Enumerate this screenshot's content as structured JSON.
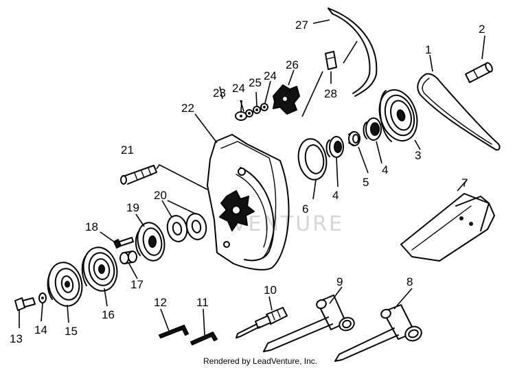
{
  "watermark": "VENTURE",
  "footer": "Rendered by LeadVenture, Inc.",
  "callouts": [
    "27",
    "2",
    "1",
    "26",
    "24",
    "25",
    "24",
    "23",
    "28",
    "22",
    "3",
    "4",
    "5",
    "4",
    "21",
    "6",
    "7",
    "20",
    "19",
    "18",
    "17",
    "16",
    "15",
    "14",
    "13",
    "12",
    "11",
    "10",
    "9",
    "8"
  ]
}
